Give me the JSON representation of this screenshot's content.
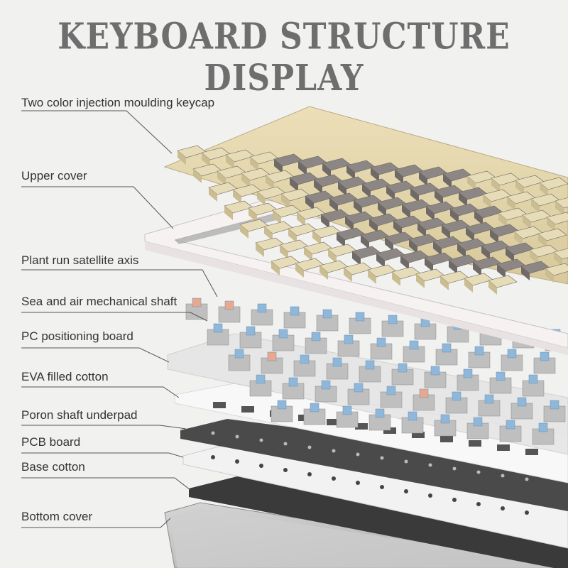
{
  "title": "KEYBOARD STRUCTURE DISPLAY",
  "labels": [
    "Two color injection moulding keycap",
    "Upper cover",
    "Plant run satellite axis",
    "Sea and air mechanical shaft",
    "PC positioning board",
    "EVA filled cotton",
    "Poron shaft underpad",
    "PCB board",
    "Base cotton",
    "Bottom cover"
  ],
  "colors": {
    "title": "#6e6e6e",
    "keycap_beige": "#e7dcb8",
    "keycap_gray": "#8c8784",
    "switch_blue": "#8fb7d9",
    "switch_pink": "#e8a890",
    "frame_white": "#f7f2f2",
    "pcb_dark": "#444444",
    "base_cotton": "#3a3a3a",
    "bottom_cover": "#bdbdbd"
  }
}
